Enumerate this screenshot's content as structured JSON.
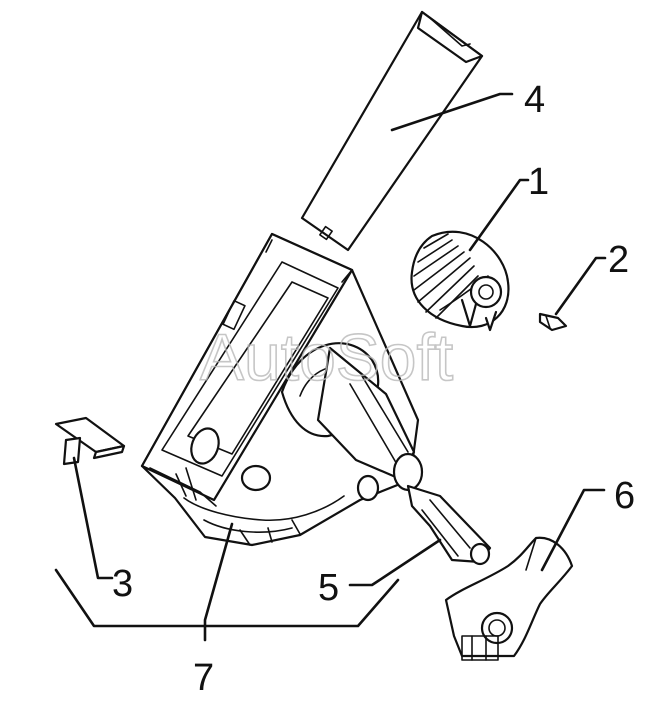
{
  "watermark": "AutoSoft",
  "callouts": [
    {
      "id": "1",
      "label": "1"
    },
    {
      "id": "2",
      "label": "2"
    },
    {
      "id": "3",
      "label": "3"
    },
    {
      "id": "4",
      "label": "4"
    },
    {
      "id": "5",
      "label": "5"
    },
    {
      "id": "6",
      "label": "6"
    },
    {
      "id": "7",
      "label": "7"
    }
  ],
  "colors": {
    "line": "#111111",
    "watermark": "#b9b9b9",
    "background": "#ffffff"
  }
}
